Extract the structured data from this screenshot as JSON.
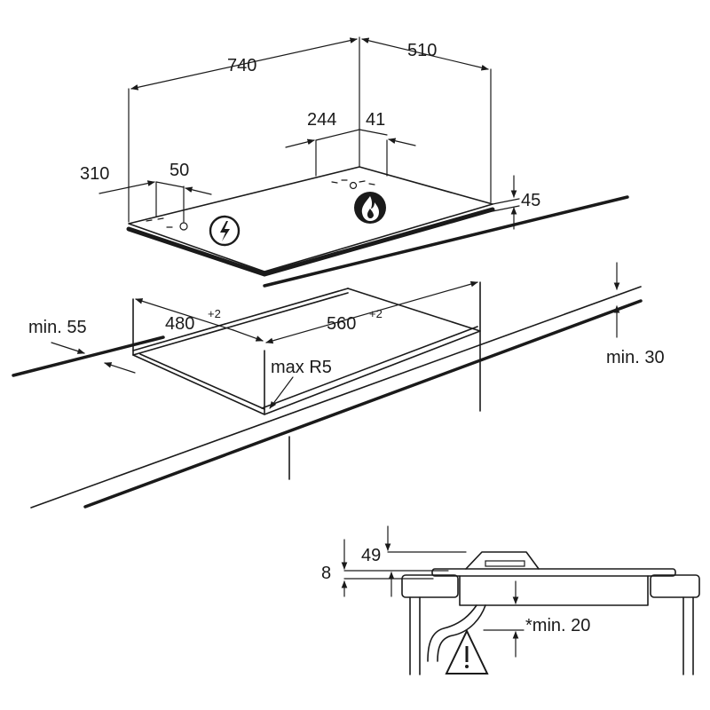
{
  "hob_top": {
    "width": "740",
    "depth": "510",
    "gas_offset": "244",
    "gas_offset_right": "41",
    "elec_offset": "310",
    "elec_offset_right": "50",
    "thickness": "45"
  },
  "cutout": {
    "width": "560",
    "width_tol": "+2",
    "depth": "480",
    "depth_tol": "+2",
    "edge_min": "min. 55",
    "worktop_min": "min. 30",
    "radius": "max R5"
  },
  "section": {
    "overall_height": "49",
    "flange": "8",
    "clearance": "*min. 20"
  },
  "icons": [
    "lightning-warning-icon",
    "flame-warning-icon",
    "warning-triangle-icon"
  ]
}
